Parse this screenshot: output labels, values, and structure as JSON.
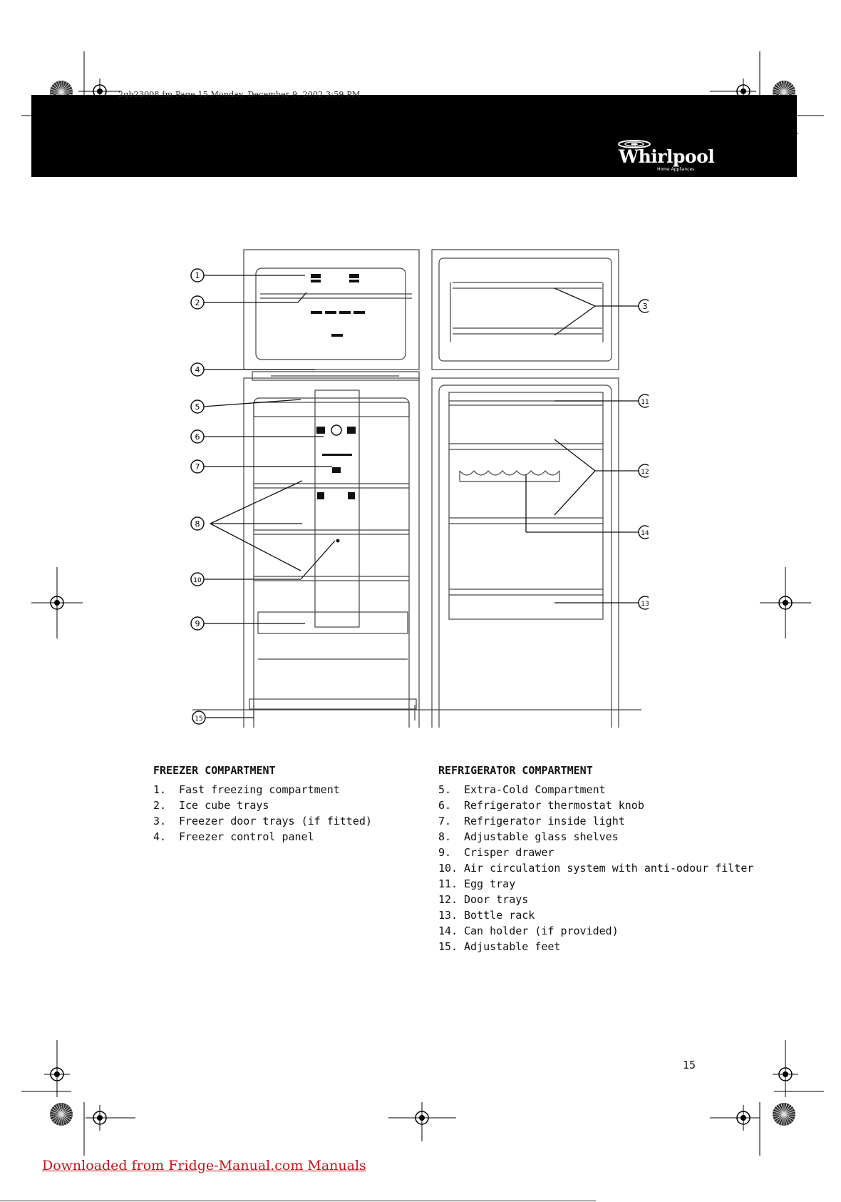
{
  "slug": "2gb23008.fm  Page 15  Monday, December 9, 2002  3:59 PM",
  "brand": {
    "name": "Whirlpool",
    "tagline": "Home Appliances"
  },
  "callouts": [
    "1",
    "2",
    "3",
    "4",
    "5",
    "6",
    "7",
    "8",
    "9",
    "10",
    "11",
    "12",
    "13",
    "14",
    "15"
  ],
  "freezer": {
    "heading": "FREEZER COMPARTMENT",
    "items": [
      {
        "num": "1.",
        "text": "Fast freezing compartment"
      },
      {
        "num": "2.",
        "text": "Ice cube trays"
      },
      {
        "num": "3.",
        "text": "Freezer door trays (if fitted)"
      },
      {
        "num": "4.",
        "text": "Freezer control panel"
      }
    ]
  },
  "refrigerator": {
    "heading": "REFRIGERATOR COMPARTMENT",
    "items": [
      {
        "num": "5.",
        "text": "Extra-Cold Compartment"
      },
      {
        "num": "6.",
        "text": "Refrigerator thermostat knob"
      },
      {
        "num": "7.",
        "text": "Refrigerator inside light"
      },
      {
        "num": "8.",
        "text": "Adjustable glass shelves"
      },
      {
        "num": "9.",
        "text": "Crisper drawer"
      },
      {
        "num": "10.",
        "text": "Air circulation system with anti-odour filter"
      },
      {
        "num": "11.",
        "text": "Egg tray"
      },
      {
        "num": "12.",
        "text": "Door trays"
      },
      {
        "num": "13.",
        "text": "Bottle rack"
      },
      {
        "num": "14.",
        "text": "Can holder (if provided)"
      },
      {
        "num": "15.",
        "text": "Adjustable feet"
      }
    ]
  },
  "page_number": "15",
  "footer_link": "Downloaded from Fridge-Manual.com Manuals",
  "colors": {
    "header": "#000000",
    "link": "#c0151b"
  }
}
